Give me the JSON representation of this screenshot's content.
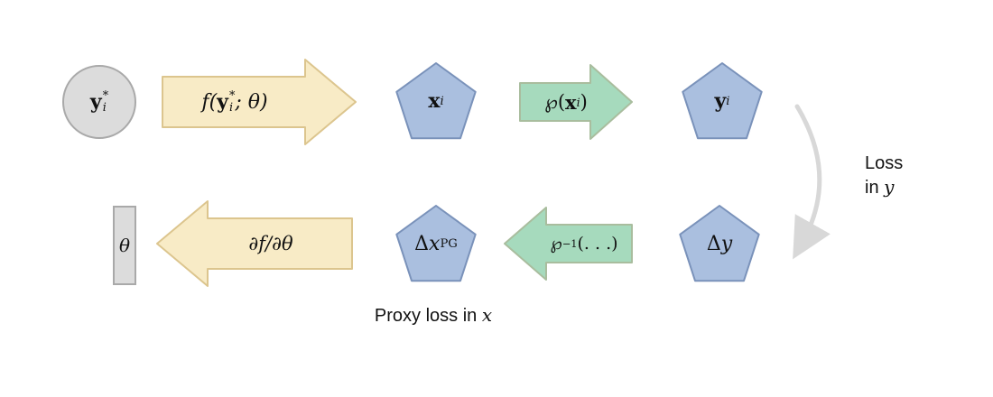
{
  "top_row": {
    "circle": {
      "vec": "y",
      "sup": "*",
      "sub": "i"
    },
    "arrow_f": {
      "pre": "f(",
      "vec": "y",
      "sup": "*",
      "sub": "i",
      "post": "; θ)"
    },
    "pentagon_x": {
      "vec": "x",
      "sub": "i"
    },
    "arrow_p": {
      "pre": "℘(",
      "vec": "x",
      "sub": "i",
      "post": ")"
    },
    "pentagon_y": {
      "vec": "y",
      "sub": "i"
    }
  },
  "bottom_row": {
    "theta_box": {
      "label": "θ"
    },
    "arrow_grad": {
      "label": "∂f/∂θ"
    },
    "pentagon_dx": {
      "pre": "Δ",
      "var": "x",
      "sub": "PG"
    },
    "arrow_pinv": {
      "base": "℘",
      "sup": "−1",
      "post": "(. . .)"
    },
    "pentagon_dy": {
      "pre": "Δ",
      "var": "y"
    }
  },
  "annotations": {
    "loss_line1": "Loss",
    "loss_line2_prefix": "in ",
    "loss_line2_var": "y",
    "proxy_prefix": "Proxy loss in ",
    "proxy_var": "x"
  },
  "colors": {
    "pentagon_fill": "#aabfdf",
    "pentagon_stroke": "#7a92ba",
    "tan_fill": "#f8ebc6",
    "tan_stroke": "#dcc58e",
    "green_fill": "#a6dabd",
    "green_stroke": "#a9bd9e",
    "gray_fill": "#dcdcdc",
    "gray_stroke": "#a9a9a9",
    "curve_arrow": "#d8d8d8"
  }
}
